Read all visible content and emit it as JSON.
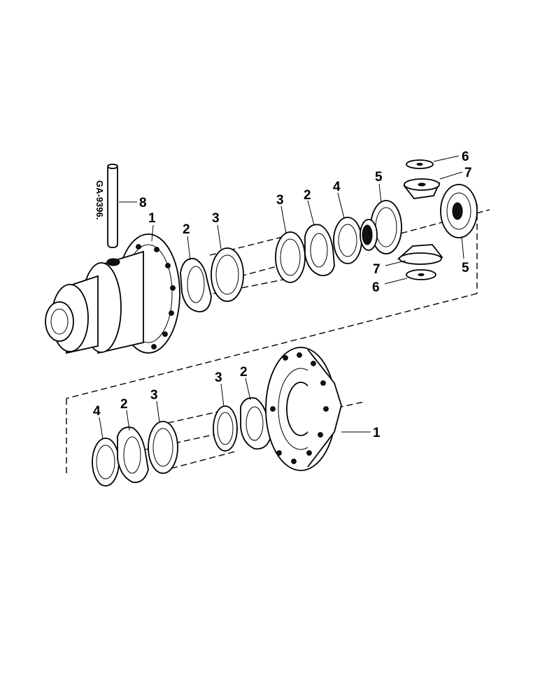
{
  "drawing_code": "GA-9396.",
  "callouts": {
    "c1_top": "1",
    "c2_top_a": "2",
    "c3_top_a": "3",
    "c3_top_b": "3",
    "c2_top_b": "2",
    "c4_top": "4",
    "c5_top": "5",
    "c6_top": "6",
    "c7_top": "7",
    "c7_bottom": "7",
    "c6_bottom": "6",
    "c5_right": "5",
    "c8": "8",
    "c4_low": "4",
    "c2_low_a": "2",
    "c3_low_a": "3",
    "c3_low_b": "3",
    "c2_low_b": "2",
    "c1_low": "1"
  }
}
